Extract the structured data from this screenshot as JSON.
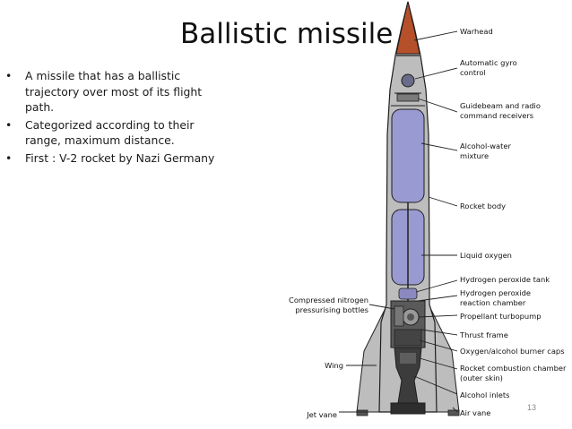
{
  "slide": {
    "title": "Ballistic missile",
    "number": "13",
    "bullets": [
      {
        "marker": "•",
        "text": "A missile that has a ballistic trajectory over most of its flight path."
      },
      {
        "marker": "•",
        "text": "Categorized according to their range, maximum distance."
      },
      {
        "marker": "•",
        "text": "First : V-2  rocket by Nazi Germany"
      }
    ]
  },
  "diagram": {
    "colors": {
      "warhead": "#b5502a",
      "tank": "#9a9ad2",
      "body": "#bdbdbd",
      "outline": "#1e1e1e",
      "machinery": "#4a4a4a"
    },
    "labels_right": [
      {
        "lines": [
          "Warhead"
        ]
      },
      {
        "lines": [
          "Automatic gyro",
          "control"
        ]
      },
      {
        "lines": [
          "Guidebeam and radio",
          "command receivers"
        ]
      },
      {
        "lines": [
          "Alcohol-water",
          "mixture"
        ]
      },
      {
        "lines": [
          "Rocket body"
        ]
      },
      {
        "lines": [
          "Liquid oxygen"
        ]
      },
      {
        "lines": [
          "Hydrogen peroxide tank"
        ]
      },
      {
        "lines": [
          "Hydrogen peroxide",
          "reaction chamber"
        ]
      },
      {
        "lines": [
          "Propellant turbopump"
        ]
      },
      {
        "lines": [
          "Thrust frame"
        ]
      },
      {
        "lines": [
          "Oxygen/alcohol burner caps"
        ]
      },
      {
        "lines": [
          "Rocket combustion chamber",
          "(outer skin)"
        ]
      },
      {
        "lines": [
          "Alcohol inlets"
        ]
      },
      {
        "lines": [
          "Air vane"
        ]
      }
    ],
    "labels_left": [
      {
        "lines": [
          "Compressed nitrogen",
          "pressurising bottles"
        ]
      },
      {
        "lines": [
          "Wing"
        ]
      },
      {
        "lines": [
          "Jet vane"
        ]
      }
    ]
  }
}
